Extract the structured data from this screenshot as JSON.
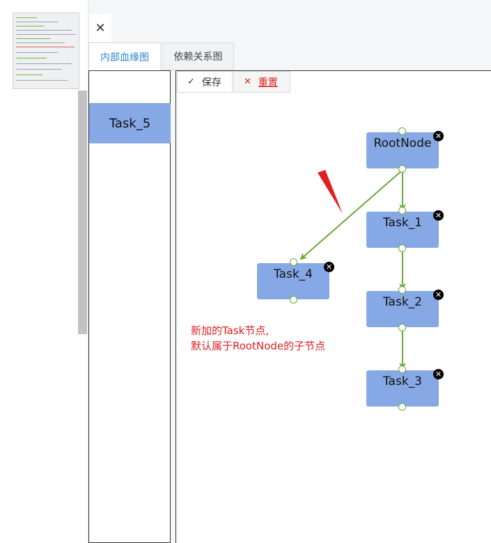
{
  "window": {
    "close_icon": "close-icon"
  },
  "tabs": [
    {
      "label": "内部血缘图",
      "active": true
    },
    {
      "label": "依赖关系图",
      "active": false
    }
  ],
  "palette": {
    "items": [
      {
        "label": "Task_5"
      }
    ]
  },
  "toolbar": {
    "save_label": "保存",
    "save_icon": "check-icon",
    "reset_label": "重置",
    "reset_icon": "close-icon"
  },
  "graph": {
    "nodes": [
      {
        "id": "root",
        "label": "RootNode"
      },
      {
        "id": "t1",
        "label": "Task_1"
      },
      {
        "id": "t2",
        "label": "Task_2"
      },
      {
        "id": "t3",
        "label": "Task_3"
      },
      {
        "id": "t4",
        "label": "Task_4"
      }
    ],
    "edges": [
      {
        "from": "RootNode",
        "to": "Task_1"
      },
      {
        "from": "Task_1",
        "to": "Task_2"
      },
      {
        "from": "Task_2",
        "to": "Task_3"
      },
      {
        "from": "RootNode",
        "to": "Task_4"
      }
    ],
    "edge_color": "#6aaa3a",
    "node_color": "#86a8e5"
  },
  "annotation": {
    "line1": "新加的Task节点,",
    "line2": "默认属于RootNode的子节点",
    "color": "#e02020"
  }
}
